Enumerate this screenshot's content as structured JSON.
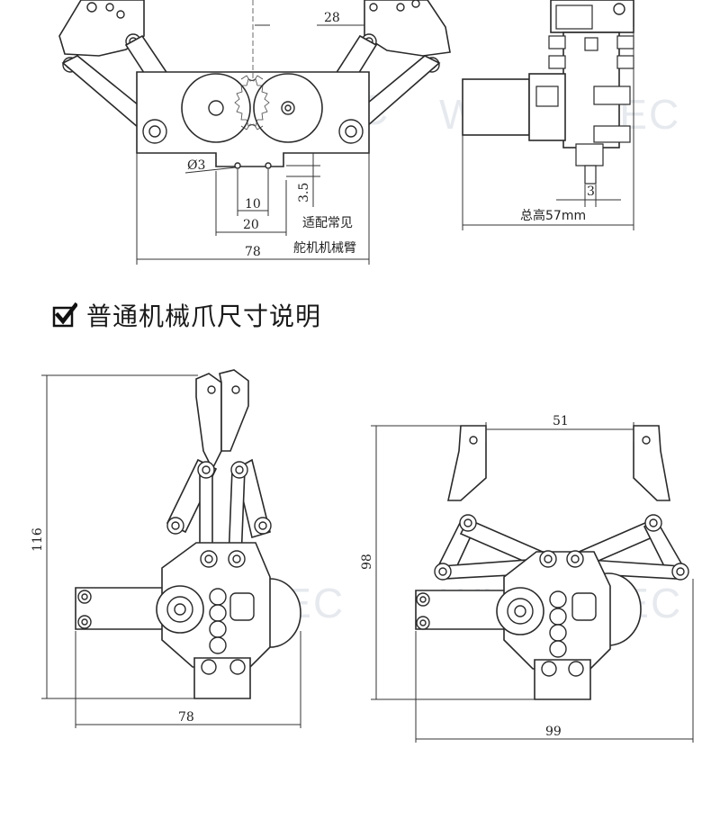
{
  "watermark": "WHEELTEC",
  "top_section": {
    "claw_front_view": {
      "dim_top_right": "28",
      "dim_hole_diameter": "Ø3",
      "dim_vertical_offset": "3.5",
      "dim_hole_pitch_10": "10",
      "dim_hole_pitch_20": "20",
      "dim_width": "78",
      "note_line1": "适配常见",
      "note_line2": "舵机机械臂"
    },
    "claw_side_view": {
      "dim_small": "3",
      "total_height_label": "总高57mm"
    }
  },
  "heading": {
    "check_icon": "checkbox-checked-icon",
    "text": "普通机械爪尺寸说明"
  },
  "bottom_section": {
    "closed_claw": {
      "dim_height": "116",
      "dim_width": "78"
    },
    "open_claw": {
      "dim_opening": "51",
      "dim_height": "98",
      "dim_width": "99"
    }
  }
}
